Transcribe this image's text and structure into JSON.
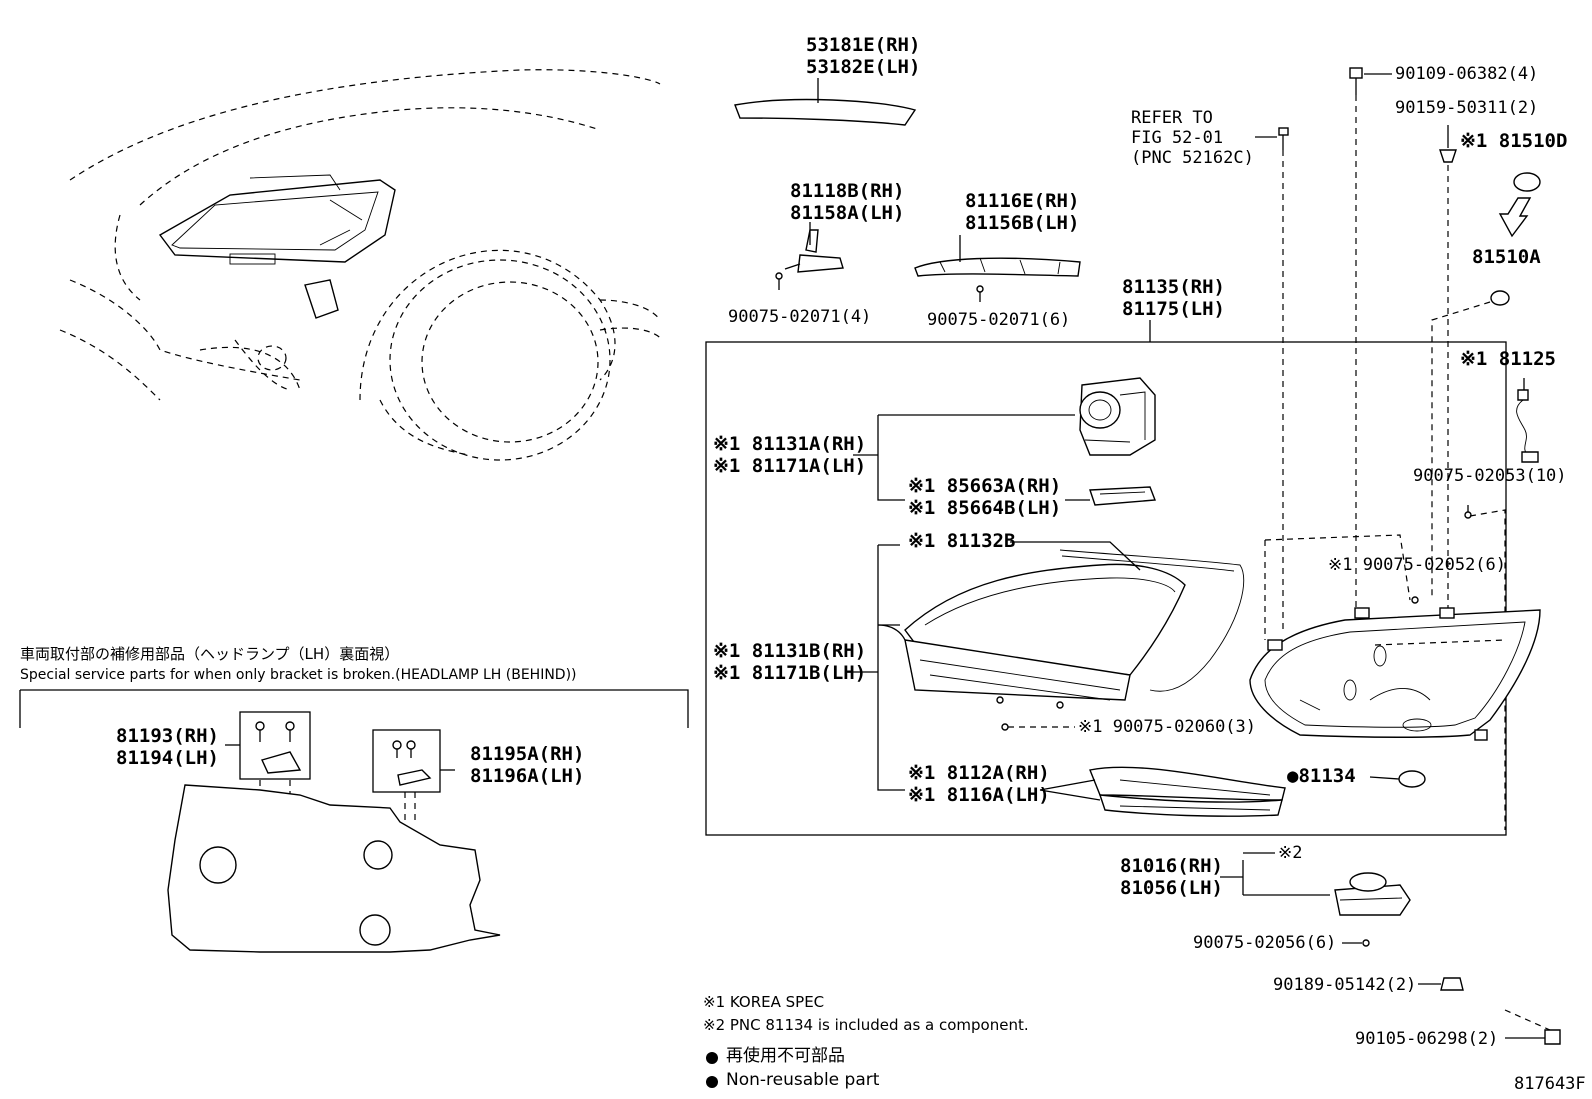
{
  "labels": {
    "p53181": [
      "53181E(RH)",
      "53182E(LH)"
    ],
    "p81118": [
      "81118B(RH)",
      "81158A(LH)"
    ],
    "p81116e": [
      "81116E(RH)",
      "81156B(LH)"
    ],
    "b90075_4": "90075-02071(4)",
    "b90075_6": "90075-02071(6)",
    "refer": [
      "REFER TO",
      "FIG 52-01",
      "(PNC 52162C)"
    ],
    "b90109": "90109-06382(4)",
    "b90159": "90159-50311(2)",
    "p81510d": "※1 81510D",
    "p81510a": "81510A",
    "p81135": [
      "81135(RH)",
      "81175(LH)"
    ],
    "p81125": "※1 81125",
    "b90075_10": "90075-02053(10)",
    "p81131a": [
      "※1 81131A(RH)",
      "※1 81171A(LH)"
    ],
    "p85663": [
      "※1 85663A(RH)",
      "※1 85664B(LH)"
    ],
    "p81132b": "※1 81132B",
    "b90075_52": "※1 90075-02052(6)",
    "p81131b": [
      "※1 81131B(RH)",
      "※1 81171B(LH)"
    ],
    "b90075_60": "※1 90075-02060(3)",
    "p8112a": [
      "※1 8112A(RH)",
      "※1 8116A(LH)"
    ],
    "p81134": "●81134",
    "p81016": [
      "81016(RH)",
      "81056(LH)"
    ],
    "m2": "※2",
    "b90075_56": "90075-02056(6)",
    "b90189": "90189-05142(2)",
    "b90105": "90105-06298(2)",
    "p81193": [
      "81193(RH)",
      "81194(LH)"
    ],
    "p81195": [
      "81195A(RH)",
      "81196A(LH)"
    ],
    "service_jp": "車両取付部の補修用部品（ヘッドランプ（LH）裏面視）",
    "service_en": "Special service parts for when only bracket is broken.(HEADLAMP LH (BEHIND))",
    "note1": "※1 KOREA SPEC",
    "note2": "※2 PNC 81134 is included as a component.",
    "legend_jp": "再使用不可部品",
    "legend_en": "Non-reusable part",
    "figure_id": "817643F"
  }
}
